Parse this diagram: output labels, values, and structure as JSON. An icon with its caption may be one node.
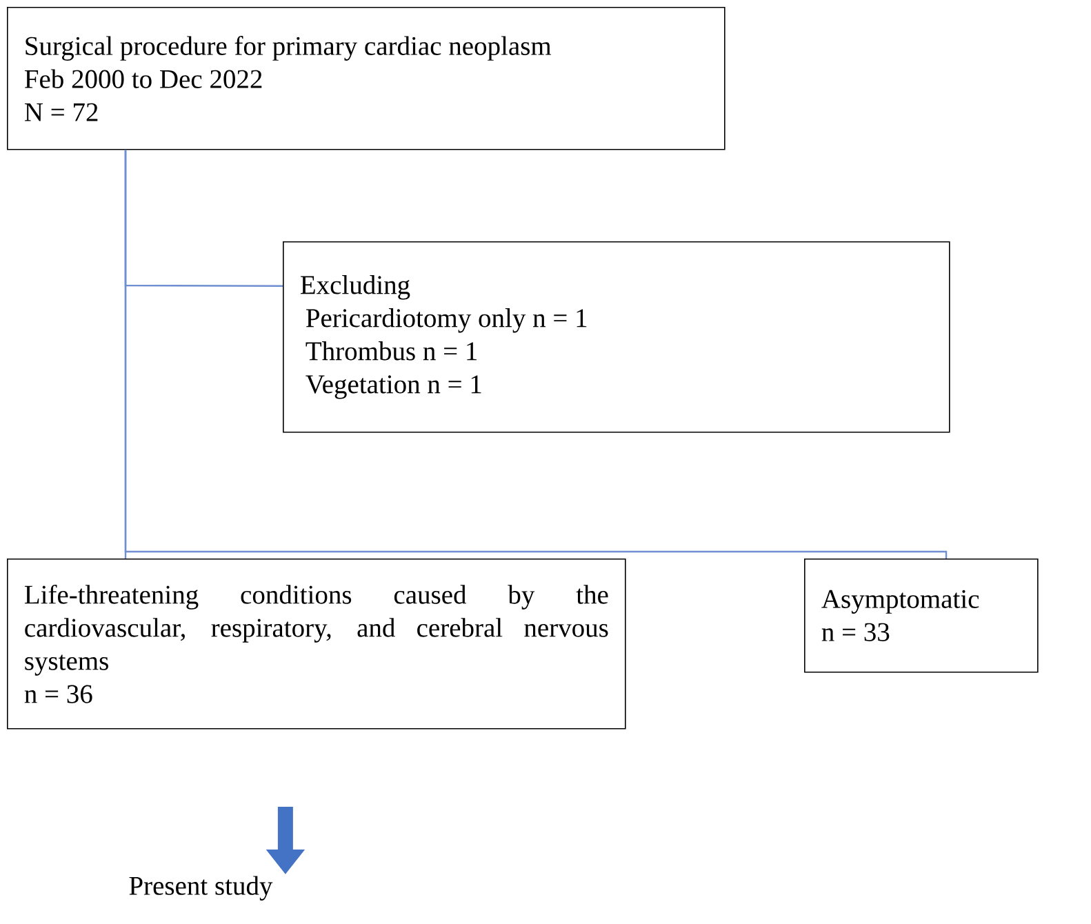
{
  "diagram": {
    "nodes": [
      {
        "text": [
          "Surgical procedure for primary cardiac neoplasm",
          "Feb 2000 to Dec 2022",
          "N = 72"
        ]
      },
      {
        "text": [
          "Excluding",
          "Pericardiotomy only n = 1",
          "Thrombus n = 1",
          "Vegetation n = 1"
        ]
      },
      {
        "text": [
          "Life-threatening conditions caused by the cardiovascular, respiratory, and cerebral nervous systems",
          "n = 36"
        ]
      },
      {
        "text": [
          "Asymptomatic",
          "n = 33"
        ]
      },
      {
        "text": [
          "Present study"
        ]
      }
    ],
    "edges": [
      {
        "from": 0,
        "to": 1,
        "arrow": "none"
      },
      {
        "from": 0,
        "to": 2,
        "arrow": "none"
      },
      {
        "from": 0,
        "to": 3,
        "arrow": "none"
      },
      {
        "from": null,
        "to": 4,
        "arrow": "to",
        "style": "thick",
        "color": "#4472c4"
      }
    ]
  }
}
